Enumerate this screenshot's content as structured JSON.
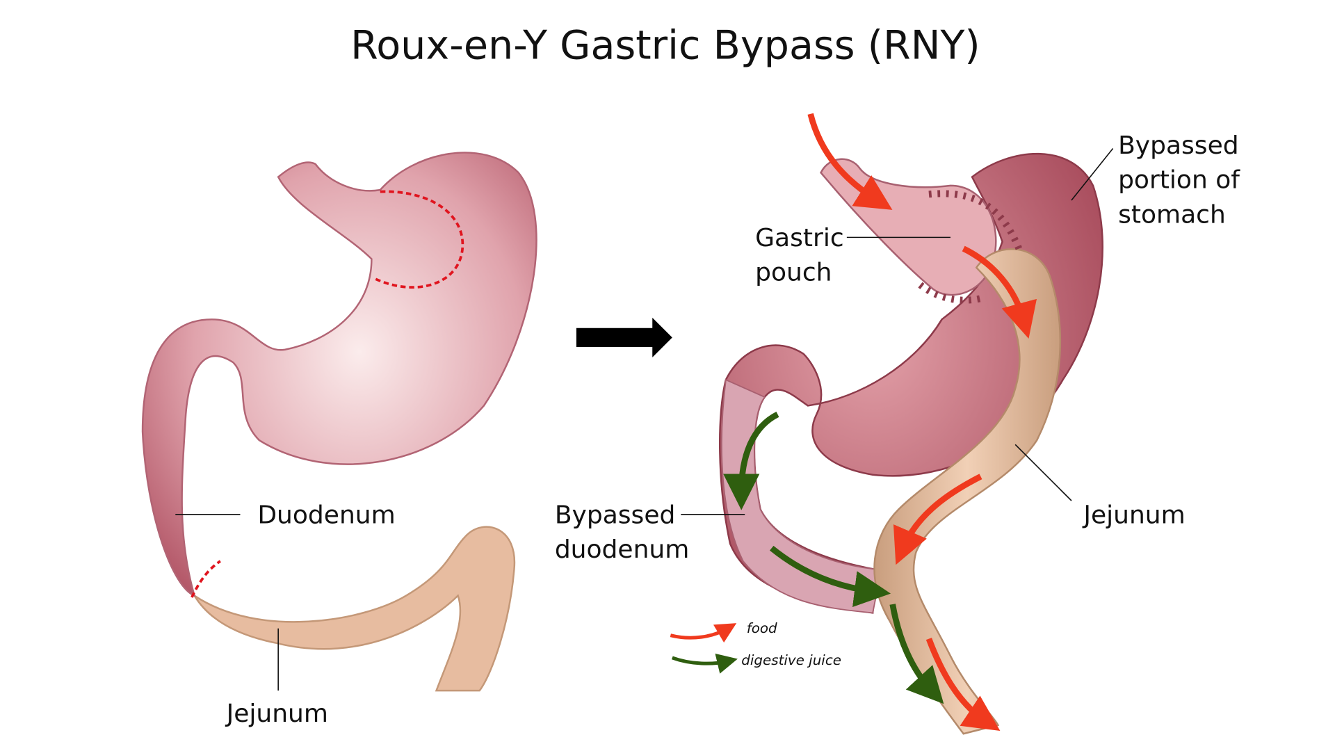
{
  "title": "Roux-en-Y Gastric Bypass (RNY)",
  "before": {
    "labels": {
      "duodenum": "Duodenum",
      "jejunum": "Jejunum"
    }
  },
  "after": {
    "labels": {
      "bypassed_stomach": [
        "Bypassed",
        "portion of",
        "stomach"
      ],
      "gastric_pouch": [
        "Gastric",
        "pouch"
      ],
      "bypassed_duodenum": [
        "Bypassed",
        "duodenum"
      ],
      "jejunum": "Jejunum"
    }
  },
  "legend": {
    "food": {
      "label": "food",
      "color": "#f03a1e"
    },
    "digestive_juice": {
      "label": "digestive juice",
      "color": "#2f5e0f"
    }
  },
  "colors": {
    "stomach": "#d58f9a",
    "intestine": "#e9c1a3",
    "dotted_line": "#e0141e"
  }
}
